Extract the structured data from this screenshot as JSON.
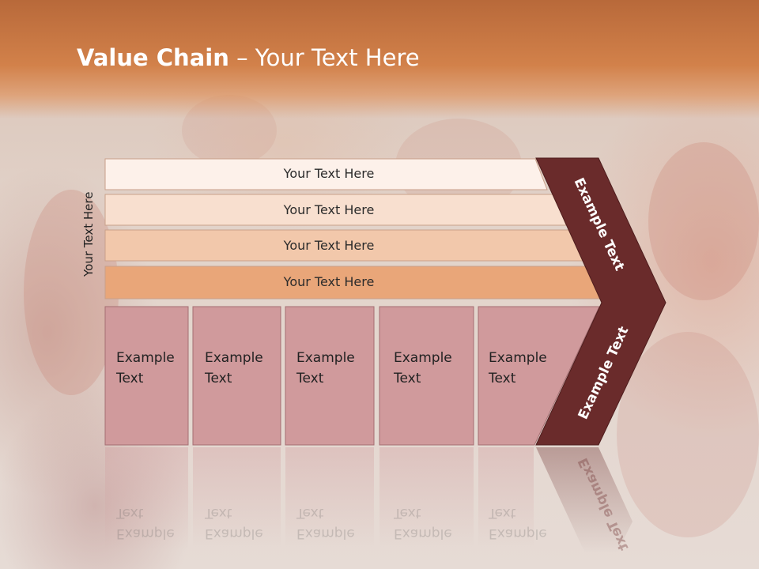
{
  "slide": {
    "title_bold": "Value Chain",
    "title_rest": " – Your Text Here"
  },
  "side_label": "Your Text Here",
  "rows": [
    {
      "label": "Your Text Here",
      "color": "#fdf1ea"
    },
    {
      "label": "Your Text Here",
      "color": "#f8dfcf"
    },
    {
      "label": "Your Text Here",
      "color": "#f2c8ab"
    },
    {
      "label": "Your Text Here",
      "color": "#e9a679"
    }
  ],
  "cells": [
    {
      "line1": "Example",
      "line2": "Text"
    },
    {
      "line1": "Example",
      "line2": "Text"
    },
    {
      "line1": "Example",
      "line2": "Text"
    },
    {
      "line1": "Example",
      "line2": "Text"
    },
    {
      "line1": "Example",
      "line2": "Text"
    }
  ],
  "arrow": {
    "upper_label": "Example Text",
    "lower_label": "Example Text",
    "color": "#6a2b2b"
  },
  "colors": {
    "header": "#c9743f",
    "cell_fill": "#d09a9c",
    "cell_border": "#a56e72"
  }
}
